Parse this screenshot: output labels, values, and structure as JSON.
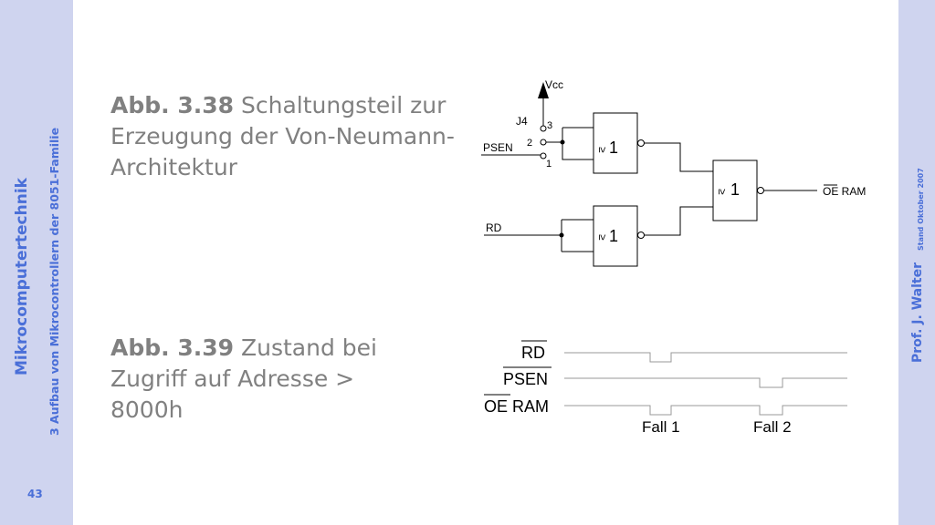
{
  "sidebar": {
    "course_title": "Mikrocomputertechnik",
    "chapter": "3 Aufbau von Mikrocontrollern der 8051-Familie",
    "page_number": "43"
  },
  "right_band": {
    "author": "Prof. J. Walter",
    "date": "Stand Oktober 2007"
  },
  "figure1": {
    "label": "Abb. 3.38",
    "caption": "Schaltungsteil zur Erzeugung der Von-Neumann-Architektur",
    "schematic": {
      "vcc": "Vcc",
      "jumper": "J4",
      "pin1": "1",
      "pin2": "2",
      "pin3": "3",
      "psen": "PSEN",
      "rd": "RD",
      "gate_sym": "≥",
      "gate_one": "1",
      "output": "OE RAM"
    }
  },
  "figure2": {
    "label": "Abb. 3.39",
    "caption": "Zustand bei Zugriff auf Adresse > 8000h",
    "timing": {
      "signal_rd": "RD",
      "signal_psen": "PSEN",
      "signal_oe": "OE RAM",
      "case1": "Fall 1",
      "case2": "Fall 2"
    }
  }
}
